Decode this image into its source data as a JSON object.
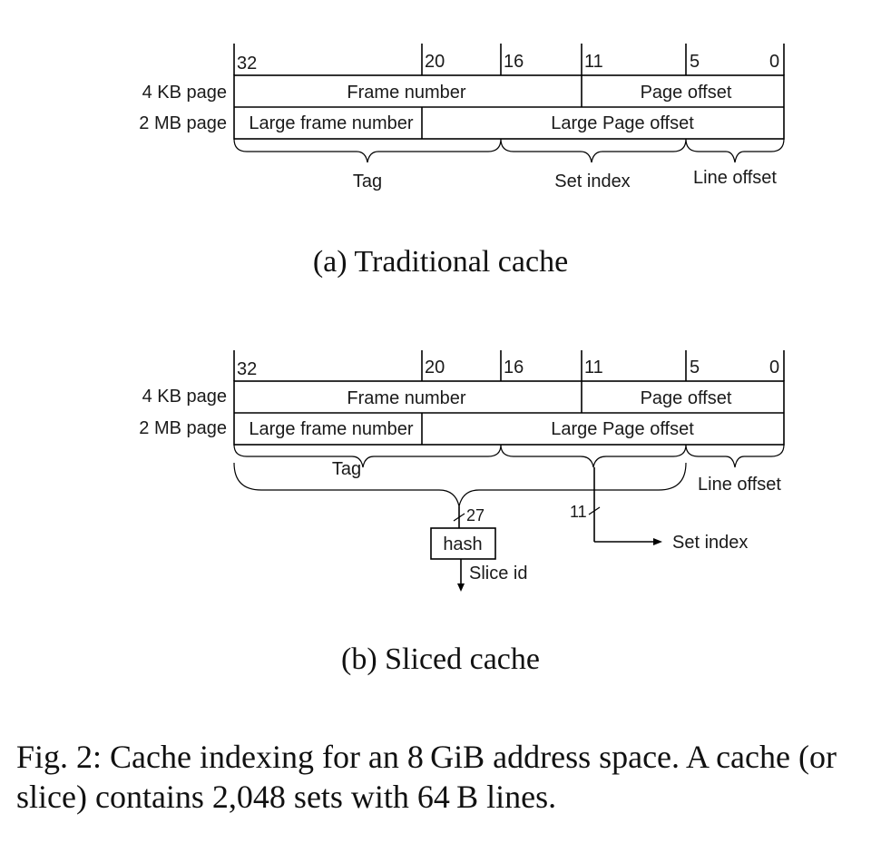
{
  "panel_a": {
    "bits": [
      "32",
      "20",
      "16",
      "11",
      "5",
      "0"
    ],
    "row_4kb_label": "4 KB page",
    "row_2mb_label": "2 MB page",
    "frame_number": "Frame number",
    "page_offset": "Page offset",
    "large_frame_number": "Large frame number",
    "large_page_offset": "Large Page offset",
    "tag": "Tag",
    "set_index": "Set index",
    "line_offset": "Line offset",
    "caption": "(a) Traditional cache"
  },
  "panel_b": {
    "bits": [
      "32",
      "20",
      "16",
      "11",
      "5",
      "0"
    ],
    "row_4kb_label": "4 KB page",
    "row_2mb_label": "2 MB page",
    "frame_number": "Frame number",
    "page_offset": "Page offset",
    "large_frame_number": "Large frame number",
    "large_page_offset": "Large Page offset",
    "tag": "Tag",
    "line_offset": "Line offset",
    "width_27": "27",
    "width_11": "11",
    "hash": "hash",
    "set_index": "Set index",
    "slice_id": "Slice id",
    "caption": "(b) Sliced cache"
  },
  "figure_caption": "Fig. 2: Cache indexing for an 8 GiB address space. A cache (or slice) contains 2,048 sets with 64 B lines."
}
